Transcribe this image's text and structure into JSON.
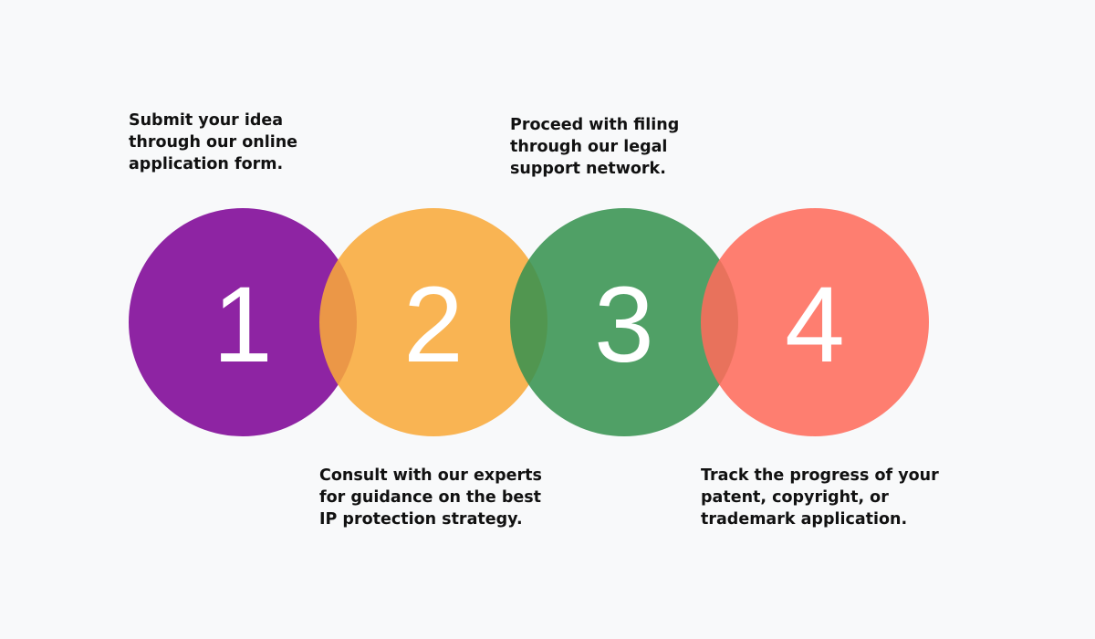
{
  "steps": [
    {
      "number": "1",
      "color": "#8e24a3",
      "text_lines": [
        "Submit your idea",
        "through our online",
        "application form."
      ]
    },
    {
      "number": "2",
      "color": "#f9a93a",
      "text_lines": [
        "Consult with our experts",
        "for guidance on the best",
        "IP protection strategy."
      ]
    },
    {
      "number": "3",
      "color": "#37924f",
      "text_lines": [
        "Proceed with filing",
        "through our legal",
        "support network."
      ]
    },
    {
      "number": "4",
      "color": "#ff6b5b",
      "text_lines": [
        "Track the progress of your",
        "patent, copyright, or",
        "trademark application."
      ]
    }
  ]
}
